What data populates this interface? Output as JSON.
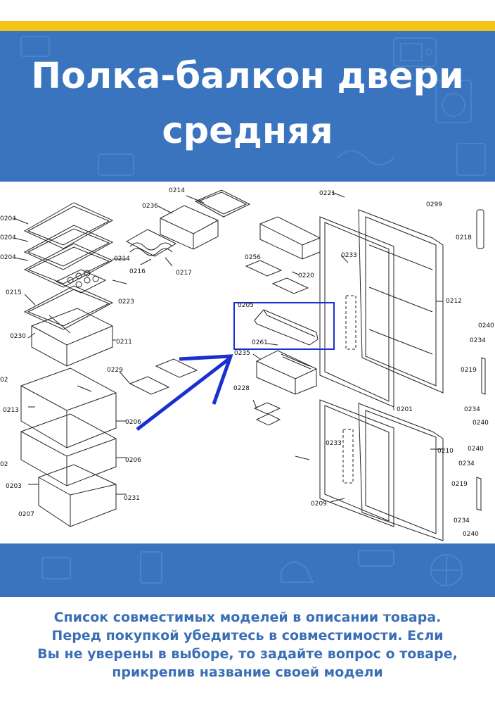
{
  "header": {
    "title_line1": "Полка-балкон двери",
    "title_line2": "средняя"
  },
  "part_labels": {
    "p0204a": "0204",
    "p0204b": "0204",
    "p0204c": "0204",
    "p0215": "0215",
    "p0230": "0230",
    "p0214a": "0214",
    "p0214b": "0214",
    "p0236": "0236",
    "p0216": "0216",
    "p0217": "0217",
    "p0223": "0223",
    "p0211": "0211",
    "p0221": "0221",
    "p0299": "0299",
    "p0218": "0218",
    "p0233a": "0233",
    "p0233b": "0233",
    "p0256": "0256",
    "p0220": "0220",
    "p0212": "0212",
    "p0205": "0205",
    "p0261": "0261",
    "p0235": "0235",
    "p0229": "0229",
    "p0228": "0228",
    "p0240a": "0240",
    "p0240b": "0240",
    "p0240c": "0240",
    "p0240d": "0240",
    "p0234a": "0234",
    "p0234b": "0234",
    "p0234c": "0234",
    "p0234d": "0234",
    "p0219a": "0219",
    "p0219b": "0219",
    "p0213": "0213",
    "p0206a": "0206",
    "p0206b": "0206",
    "p0203": "0203",
    "p0207": "0207",
    "p0231": "0231",
    "p0201": "0201",
    "p0210": "0210",
    "p0209": "0209",
    "p02a": "02",
    "p02b": "02"
  },
  "colors": {
    "accent_blue": "#3a74be",
    "stripe_yellow": "#f2c518",
    "highlight_blue": "#1a2fd0",
    "footer_text": "#3a6fb5"
  },
  "footer": {
    "line1": "Список совместимых моделей в описании товара.",
    "line2": "Перед покупкой убедитесь в совместимости. Если",
    "line3": "Вы не уверены в выборе, то задайте вопрос о товаре,",
    "line4": "прикрепив название своей модели"
  }
}
